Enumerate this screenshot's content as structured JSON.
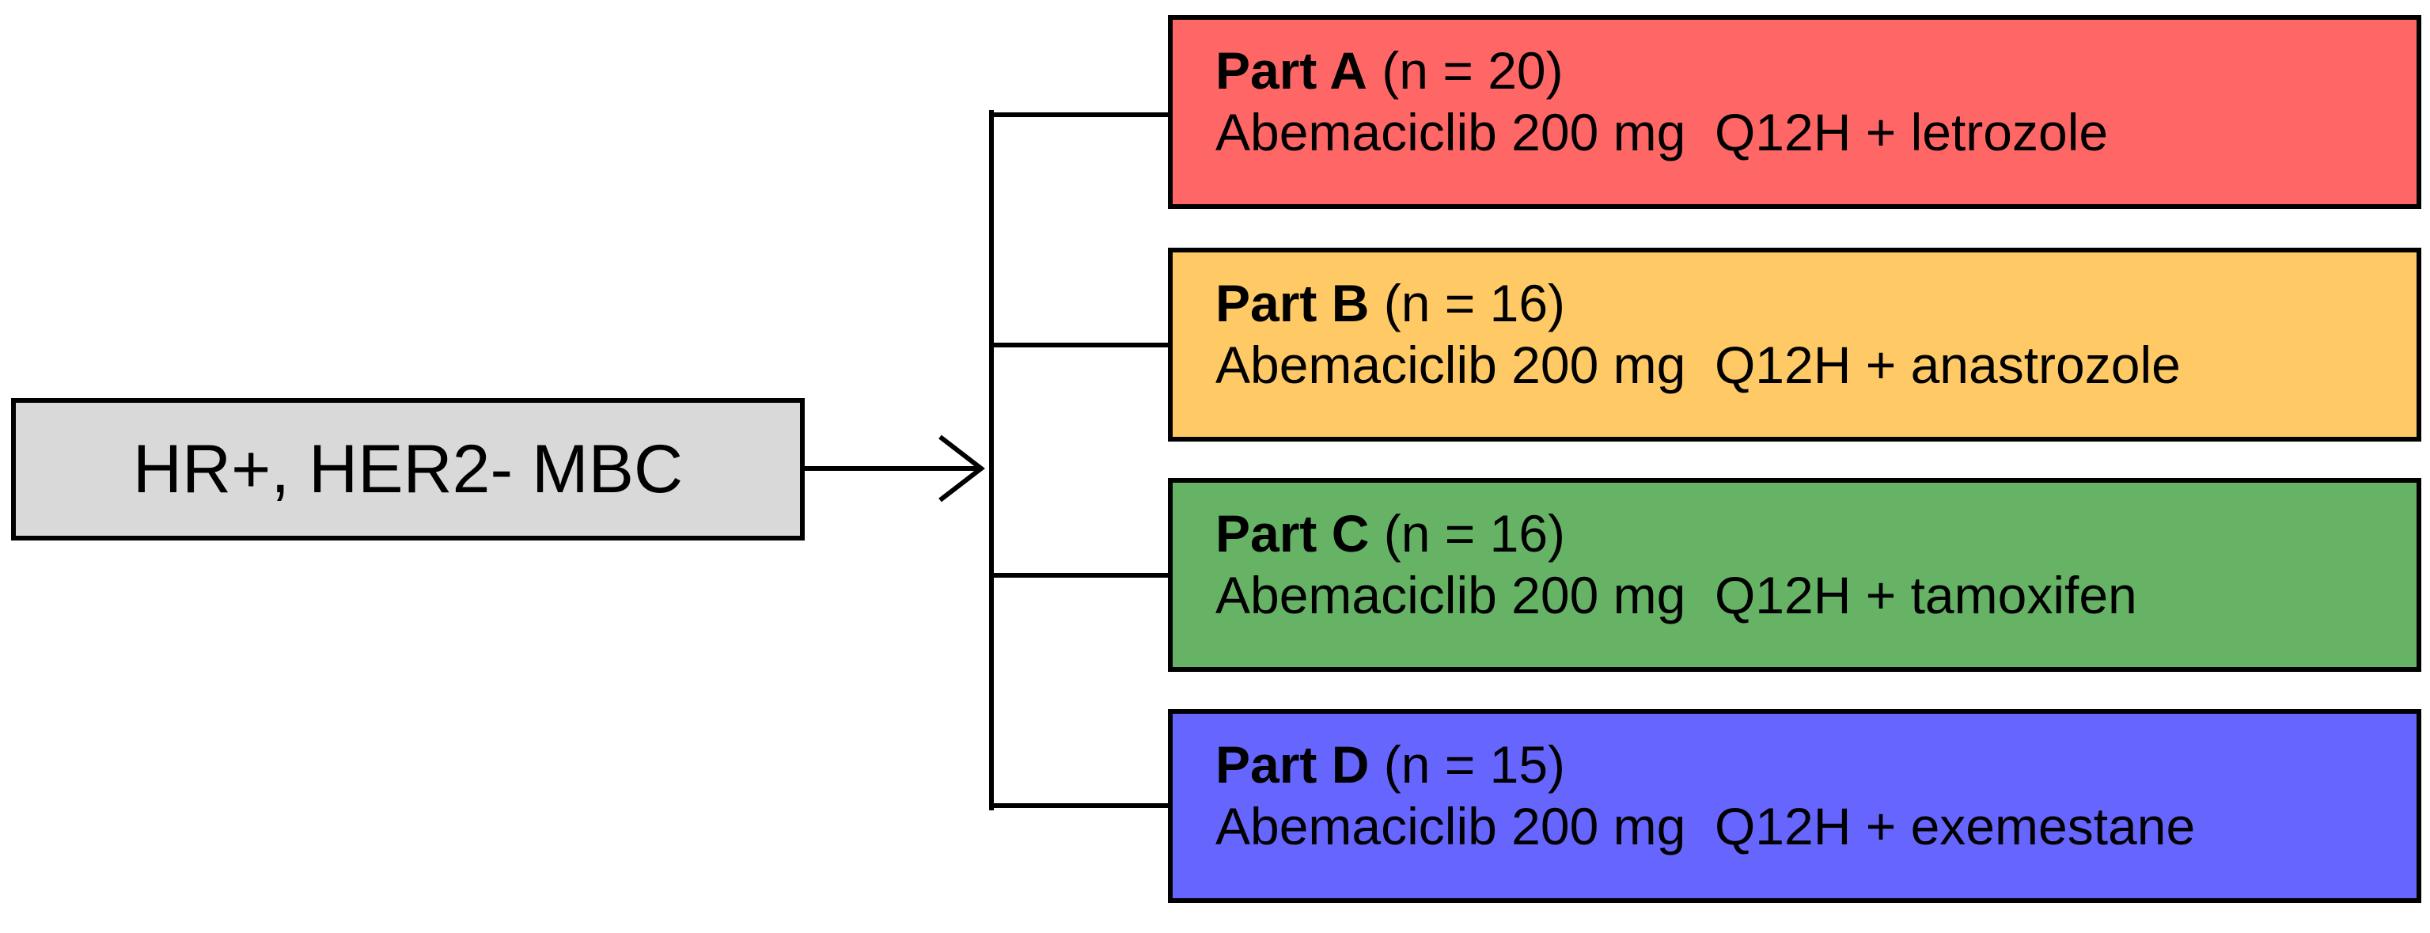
{
  "source": {
    "label": "HR+, HER2- MBC",
    "color": "#d9d9d9"
  },
  "arms": [
    {
      "name": "Part A",
      "n": "(n = 20)",
      "regimen": "Abemaciclib 200 mg  Q12H + letrozole",
      "color": "#ff6666"
    },
    {
      "name": "Part B",
      "n": "(n = 16)",
      "regimen": "Abemaciclib 200 mg  Q12H + anastrozole",
      "color": "#ffc966"
    },
    {
      "name": "Part C",
      "n": "(n = 16)",
      "regimen": "Abemaciclib 200 mg  Q12H + tamoxifen",
      "color": "#66b366"
    },
    {
      "name": "Part D",
      "n": "(n = 15)",
      "regimen": "Abemaciclib 200 mg  Q12H + exemestane",
      "color": "#6666ff"
    }
  ],
  "line_color": "#000000"
}
